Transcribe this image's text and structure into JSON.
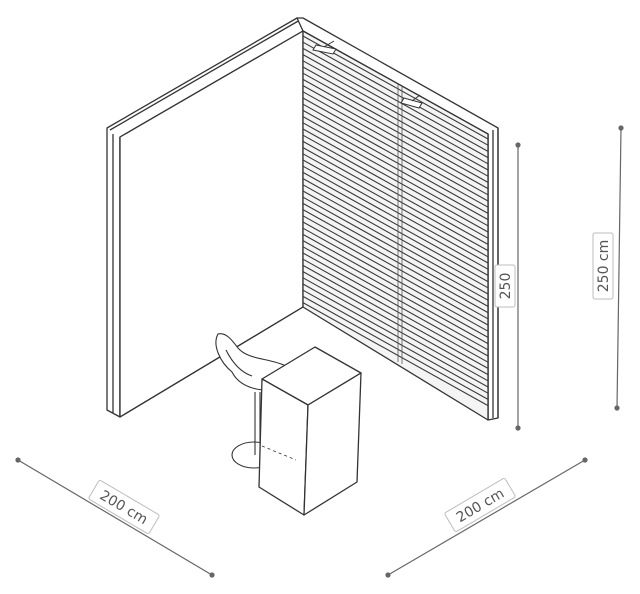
{
  "drawing": {
    "dimensions": {
      "height_wall": "250",
      "height_total": "250 cm",
      "width_left": "200 cm",
      "width_right": "200 cm"
    },
    "colors": {
      "line": "#333333",
      "dimension_line": "#666666",
      "label_border": "#bdbdbd",
      "background": "#ffffff"
    }
  }
}
